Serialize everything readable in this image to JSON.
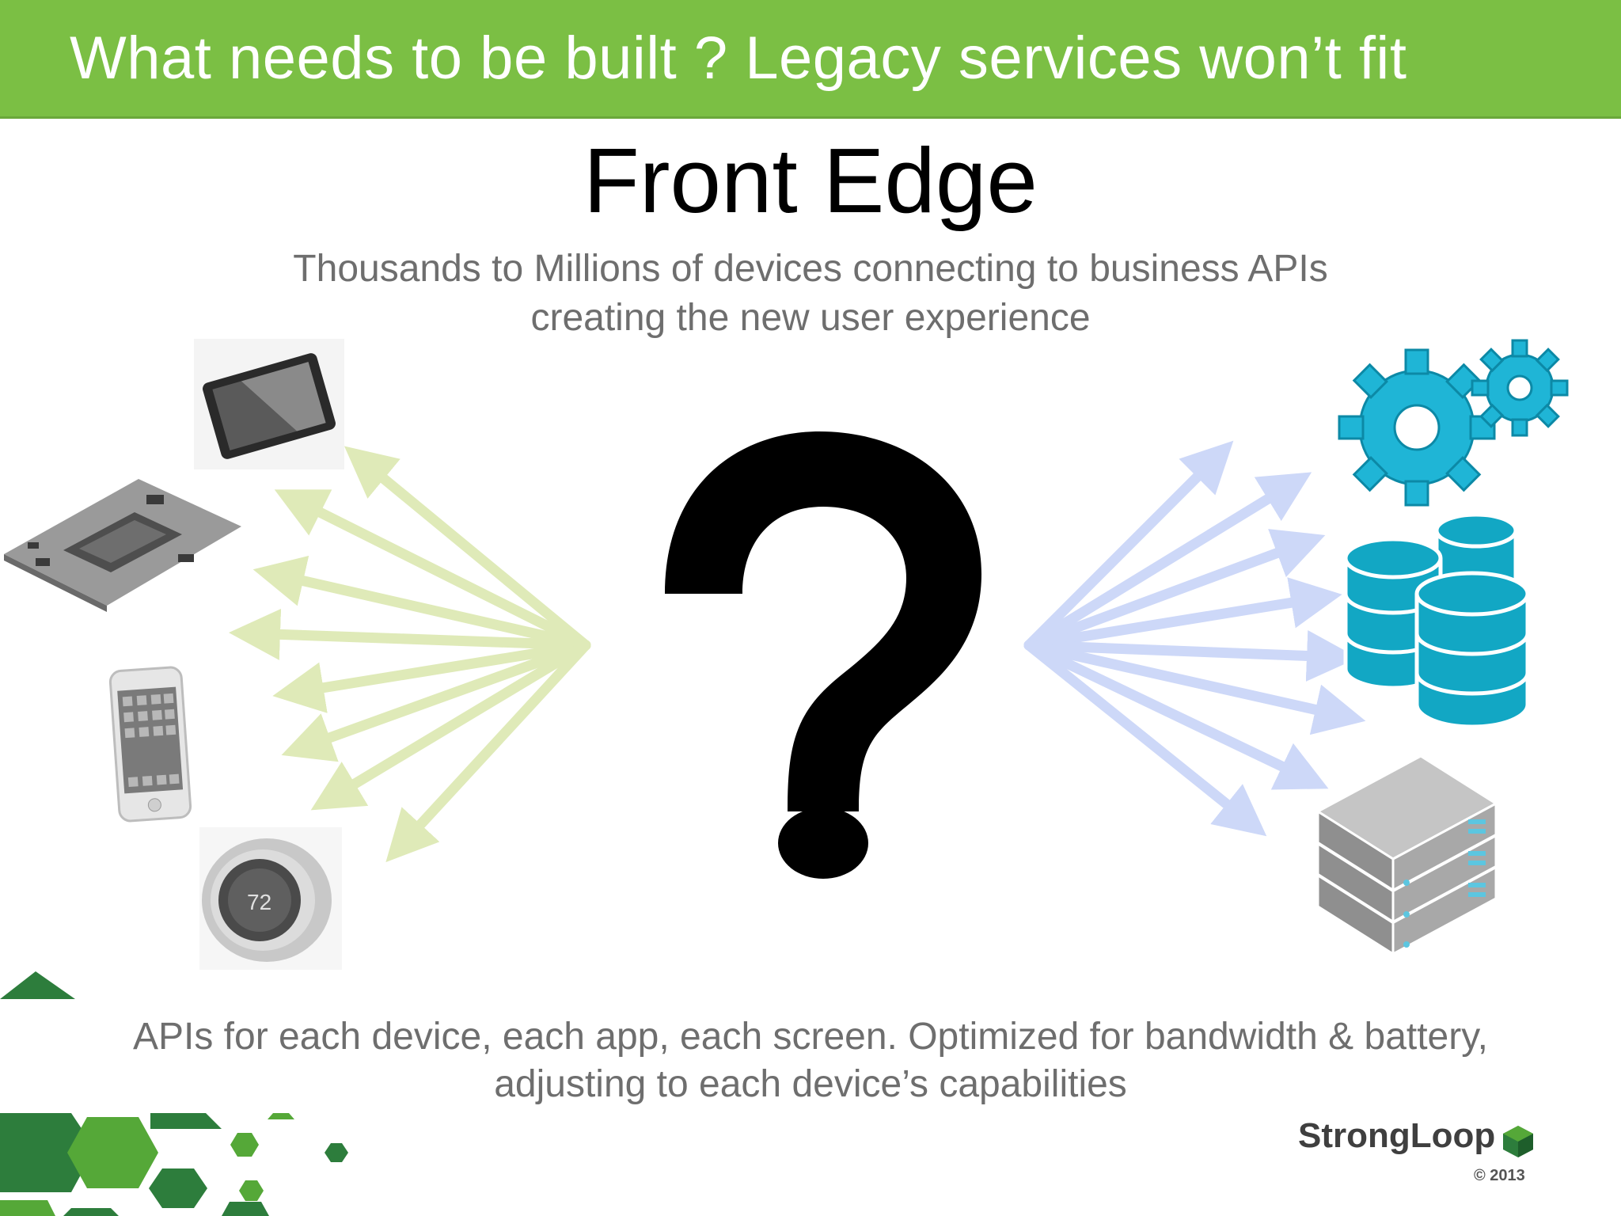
{
  "header": {
    "title": "What needs to be built ? Legacy services won’t fit"
  },
  "main": {
    "title": "Front Edge",
    "subtitle_line1": "Thousands to Millions of devices connecting to business APIs",
    "subtitle_line2": "creating the new user experience",
    "center_symbol": "?"
  },
  "devices": {
    "items": [
      "tablet",
      "circuit-board",
      "smartphone",
      "thermostat"
    ],
    "thermostat_reading": "72"
  },
  "backend": {
    "items": [
      "gears",
      "databases",
      "server-rack"
    ]
  },
  "footer": {
    "line1": "APIs for each device, each app, each screen. Optimized for bandwidth & battery,",
    "line2": "adjusting to each device’s capabilities"
  },
  "brand": {
    "name": "StrongLoop",
    "copyright": "© 2013"
  },
  "colors": {
    "header_green": "#7bbf44",
    "arrow_green": "#dfeab8",
    "arrow_blue": "#cdd8f8",
    "gear_cyan": "#1fb5d6",
    "db_cyan": "#12a7c4",
    "hex_dark_green": "#2d7d3c",
    "hex_light_green": "#55a838"
  }
}
